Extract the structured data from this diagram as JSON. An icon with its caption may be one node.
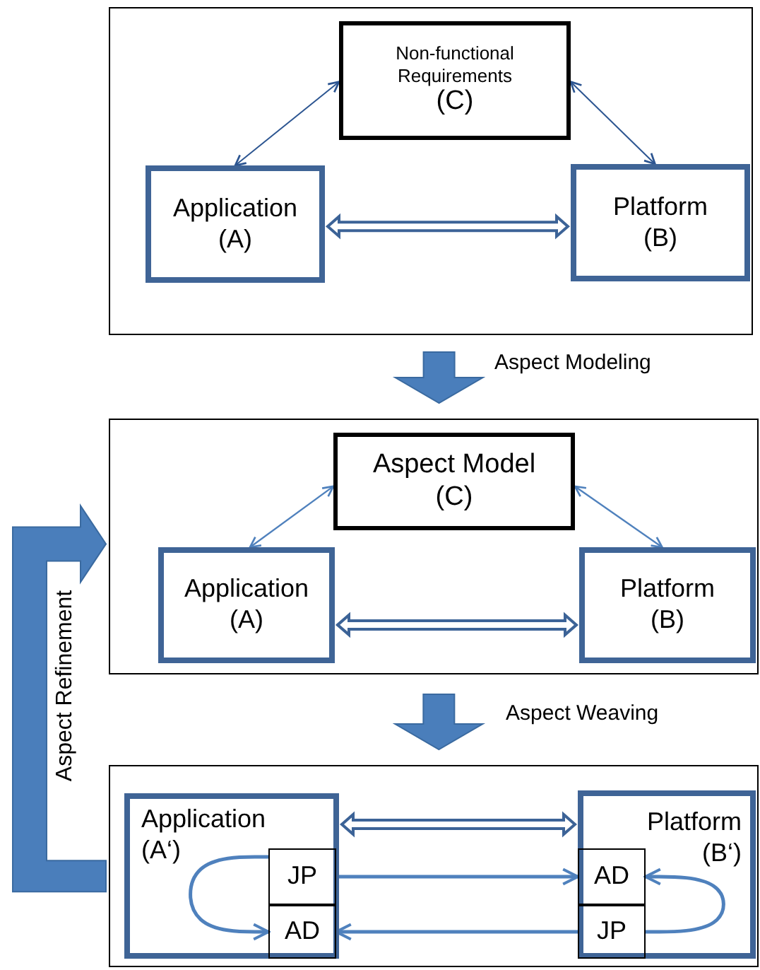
{
  "diagram": {
    "nodes": [
      {
        "text": [],
        "shape": "box"
      },
      {
        "text": [
          "Non-functional Requirements",
          "(C)"
        ],
        "in": 0
      },
      {
        "text": [
          "Application",
          "(A)"
        ],
        "in": 0
      },
      {
        "text": [
          "Platform",
          "(B)"
        ],
        "in": 0
      },
      {
        "text": [],
        "shape": "box"
      },
      {
        "text": [
          "Aspect Model",
          "(C)"
        ],
        "in": 4
      },
      {
        "text": [
          "Application",
          "(A)"
        ],
        "in": 4
      },
      {
        "text": [
          "Platform",
          "(B)"
        ],
        "in": 4
      },
      {
        "text": [],
        "shape": "box"
      },
      {
        "text": [
          "Application",
          "(A‘)"
        ],
        "in": 8
      },
      {
        "text": [
          "JP"
        ],
        "in": 9
      },
      {
        "text": [
          "AD"
        ],
        "in": 9
      },
      {
        "text": [
          "Platform",
          "(B‘)"
        ],
        "in": 8
      },
      {
        "text": [
          "AD"
        ],
        "in": 12
      },
      {
        "text": [
          "JP"
        ],
        "in": 12
      }
    ],
    "edges": [
      {
        "from": 1,
        "to": 2,
        "arrow": "both",
        "color": "#2c5591"
      },
      {
        "from": 1,
        "to": 3,
        "arrow": "both",
        "color": "#2c5591"
      },
      {
        "from": 2,
        "to": 3,
        "arrow": "both",
        "style": "thick",
        "color": "#3c6397"
      },
      {
        "from": 5,
        "to": 6,
        "arrow": "both",
        "color": "#4f81bd"
      },
      {
        "from": 5,
        "to": 7,
        "arrow": "both",
        "color": "#4f81bd"
      },
      {
        "from": 6,
        "to": 7,
        "arrow": "both",
        "style": "thick",
        "color": "#3c6397"
      },
      {
        "from": 9,
        "to": 12,
        "arrow": "both",
        "style": "thick",
        "color": "#3c6397"
      },
      {
        "from": 10,
        "to": 13,
        "arrow": "to",
        "color": "#4f81bd"
      },
      {
        "from": 14,
        "to": 11,
        "arrow": "to",
        "color": "#4f81bd"
      },
      {
        "from": 10,
        "to": 11,
        "arrow": "to",
        "color": "#4f81bd"
      },
      {
        "from": 14,
        "to": 13,
        "arrow": "to",
        "color": "#4f81bd"
      },
      {
        "from": 0,
        "to": 4,
        "arrow": "to",
        "label": "Aspect Modeling",
        "style": "thick",
        "color": "#4a7ebb"
      },
      {
        "from": 4,
        "to": 8,
        "arrow": "to",
        "label": "Aspect Weaving",
        "style": "thick",
        "color": "#4a7ebb"
      },
      {
        "from": 8,
        "to": 4,
        "arrow": "to",
        "label": "Aspect Refinement",
        "style": "thick",
        "color": "#4a7ebb"
      }
    ]
  }
}
